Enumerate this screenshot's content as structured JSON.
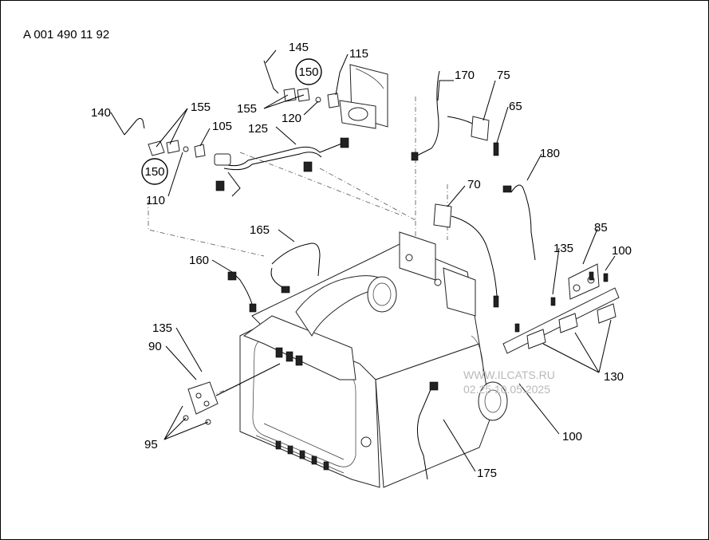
{
  "doc_number": "A 001 490 11 92",
  "watermark": {
    "site": "WWW.ILCATS.RU",
    "date": "02.25 10.05.2025"
  },
  "callouts": [
    {
      "id": "c145",
      "text": "145"
    },
    {
      "id": "c150a",
      "text": "150",
      "circled": true
    },
    {
      "id": "c115",
      "text": "115"
    },
    {
      "id": "c170",
      "text": "170"
    },
    {
      "id": "c75",
      "text": "75"
    },
    {
      "id": "c140",
      "text": "140"
    },
    {
      "id": "c155a",
      "text": "155"
    },
    {
      "id": "c155b",
      "text": "155"
    },
    {
      "id": "c120",
      "text": "120"
    },
    {
      "id": "c65",
      "text": "65"
    },
    {
      "id": "c105",
      "text": "105"
    },
    {
      "id": "c125",
      "text": "125"
    },
    {
      "id": "c180",
      "text": "180"
    },
    {
      "id": "c150b",
      "text": "150",
      "circled": true
    },
    {
      "id": "c110",
      "text": "110"
    },
    {
      "id": "c70",
      "text": "70"
    },
    {
      "id": "c165",
      "text": "165"
    },
    {
      "id": "c85",
      "text": "85"
    },
    {
      "id": "c135a",
      "text": "135"
    },
    {
      "id": "c100a",
      "text": "100"
    },
    {
      "id": "c160",
      "text": "160"
    },
    {
      "id": "c135b",
      "text": "135"
    },
    {
      "id": "c90",
      "text": "90"
    },
    {
      "id": "c130",
      "text": "130"
    },
    {
      "id": "c95",
      "text": "95"
    },
    {
      "id": "c100b",
      "text": "100"
    },
    {
      "id": "c175",
      "text": "175"
    }
  ]
}
